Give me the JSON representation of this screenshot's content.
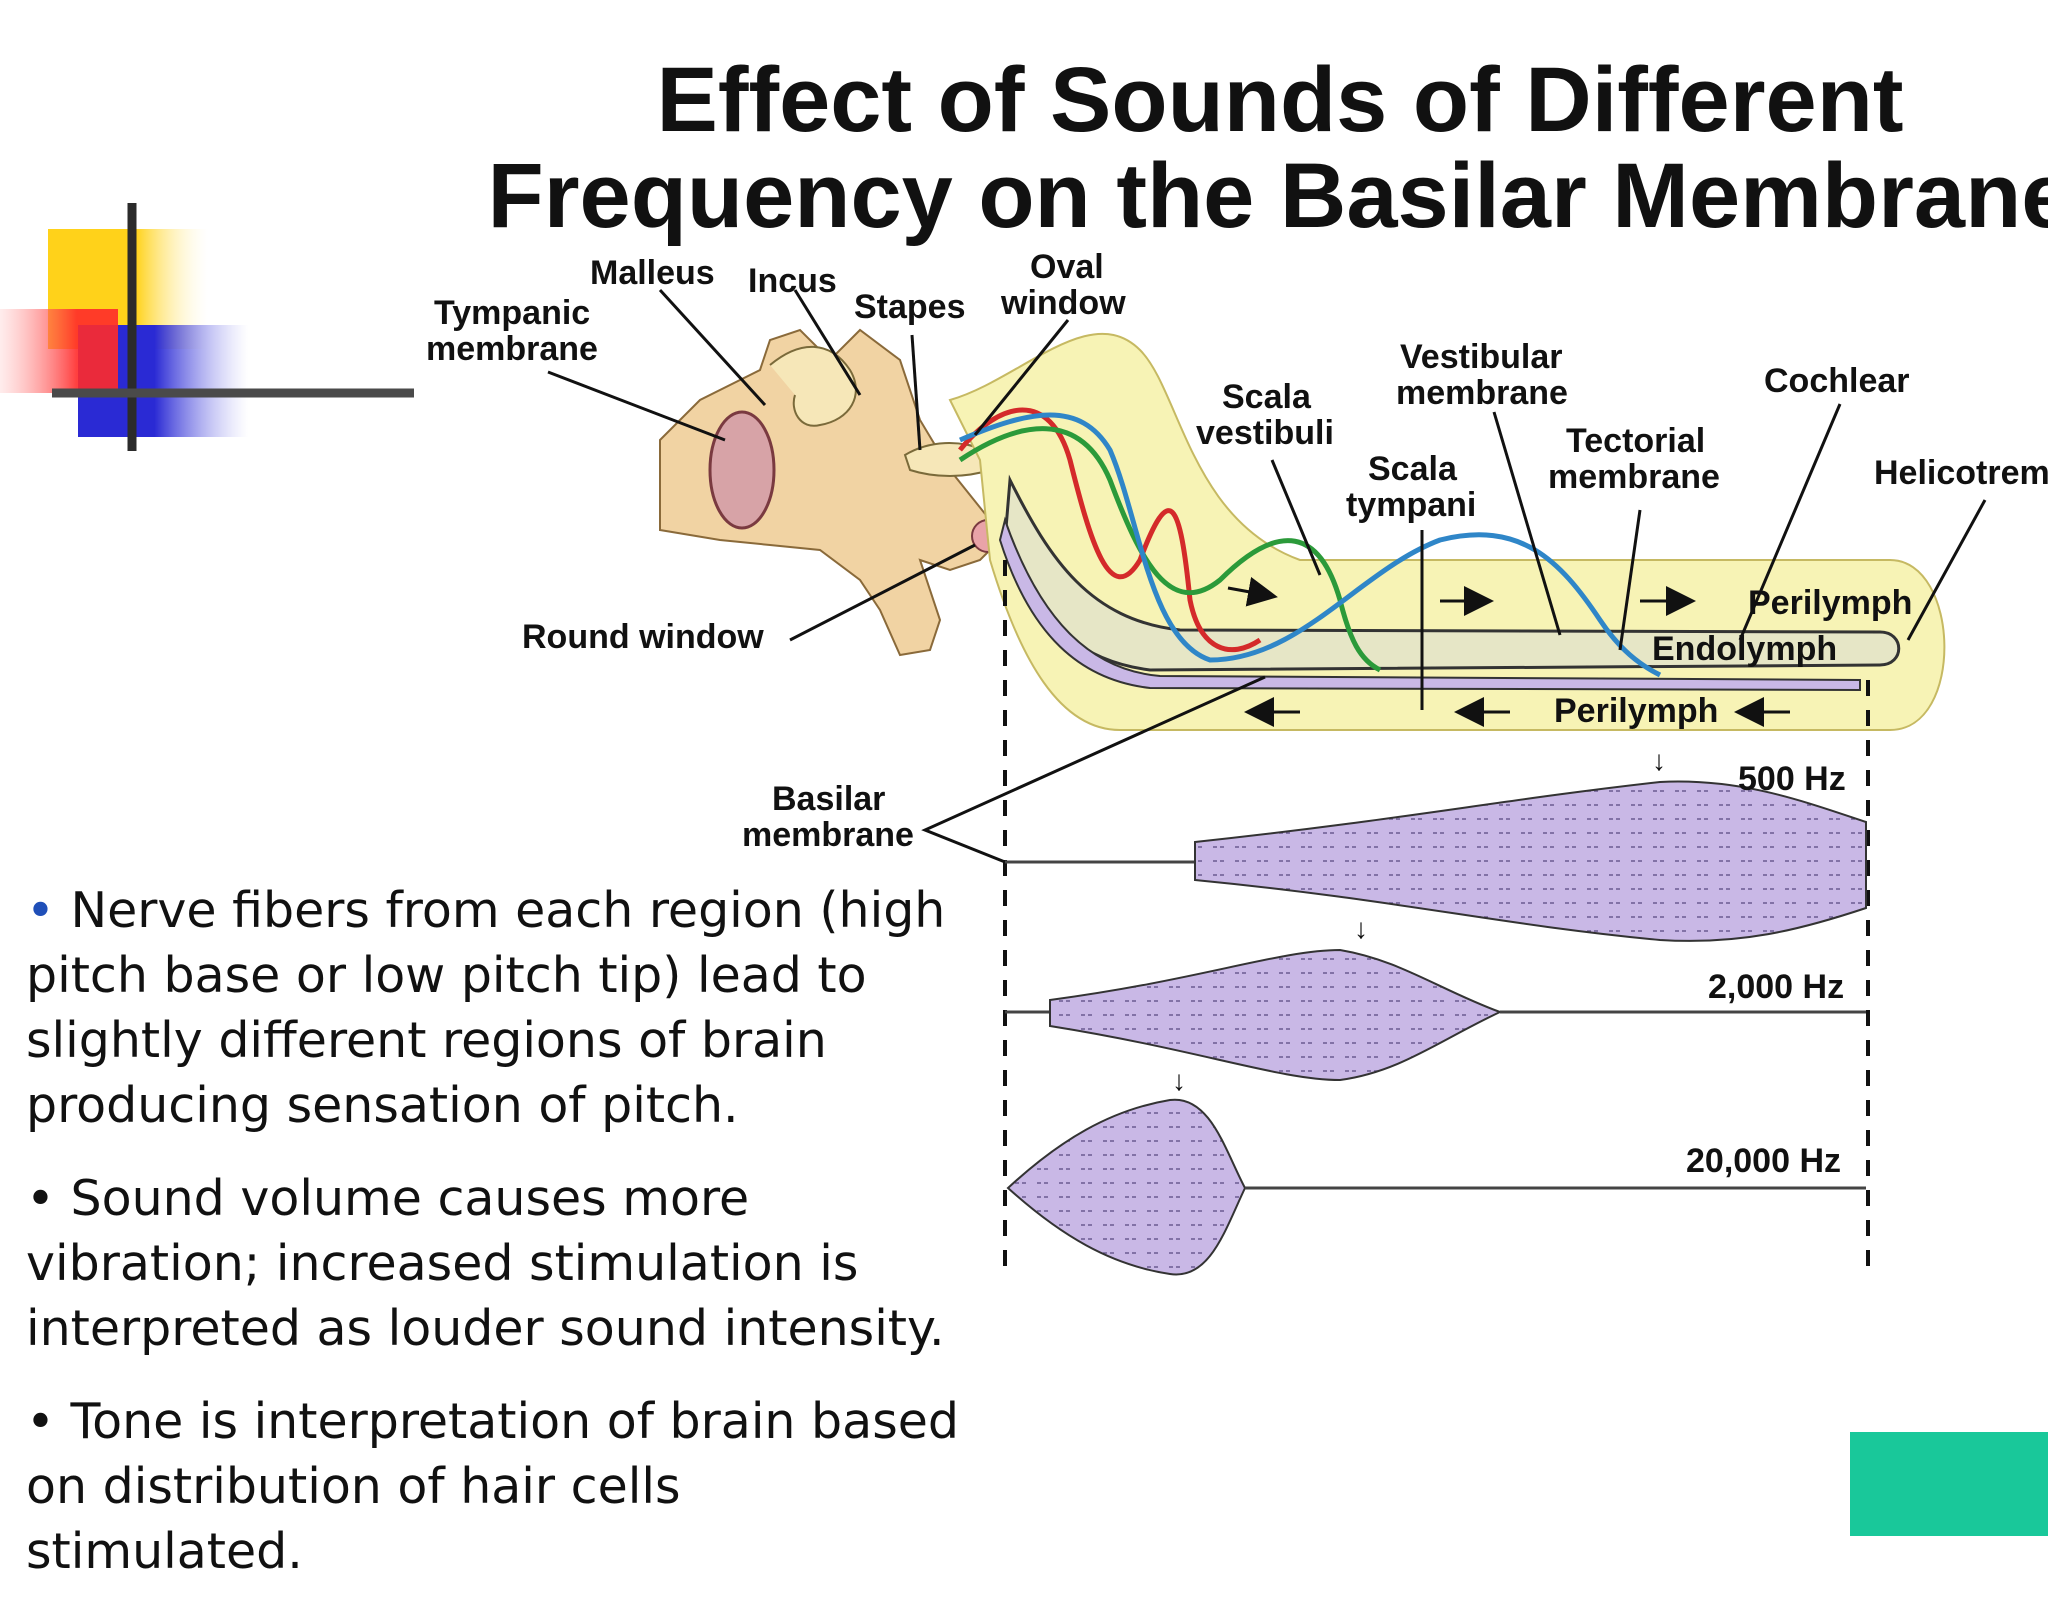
{
  "slide": {
    "title_line1": "Effect of Sounds of Different",
    "title_line2": "Frequency on the Basilar Membrane"
  },
  "diagram": {
    "labels": {
      "malleus": "Malleus",
      "incus": "Incus",
      "stapes": "Stapes",
      "oval_window_1": "Oval",
      "oval_window_2": "window",
      "tympanic_1": "Tympanic",
      "tympanic_2": "membrane",
      "vestibular_1": "Vestibular",
      "vestibular_2": "membrane",
      "cochlear": "Cochlear",
      "scala_vestibuli_1": "Scala",
      "scala_vestibuli_2": "vestibuli",
      "scala_tympani_1": "Scala",
      "scala_tympani_2": "tympani",
      "tectorial_1": "Tectorial",
      "tectorial_2": "membrane",
      "helicotrema": "Helicotrema",
      "round_window": "Round window",
      "perilymph_top": "Perilymph",
      "endolymph": "Endolymph",
      "perilymph_bottom": "Perilymph",
      "basilar_1": "Basilar",
      "basilar_2": "membrane"
    },
    "frequencies": {
      "f500": "500 Hz",
      "f2000": "2,000 Hz",
      "f20000": "20,000 Hz"
    },
    "colors": {
      "fluid": "#f7f3b5",
      "ear_bone": "#f1d3a3",
      "membrane_fill": "#c9b8e6",
      "wave_red": "#d42a2a",
      "wave_green": "#2b9a3a",
      "wave_blue": "#2f86c8"
    }
  },
  "bullets": [
    "Nerve fibers from each region (high pitch base or low pitch tip) lead to slightly different regions of brain producing sensation of pitch.",
    "Sound volume causes more vibration; increased stimulation is interpreted as louder sound intensity.",
    "Tone is interpretation of brain based on distribution of hair cells stimulated."
  ],
  "bullet_glyph": "•"
}
